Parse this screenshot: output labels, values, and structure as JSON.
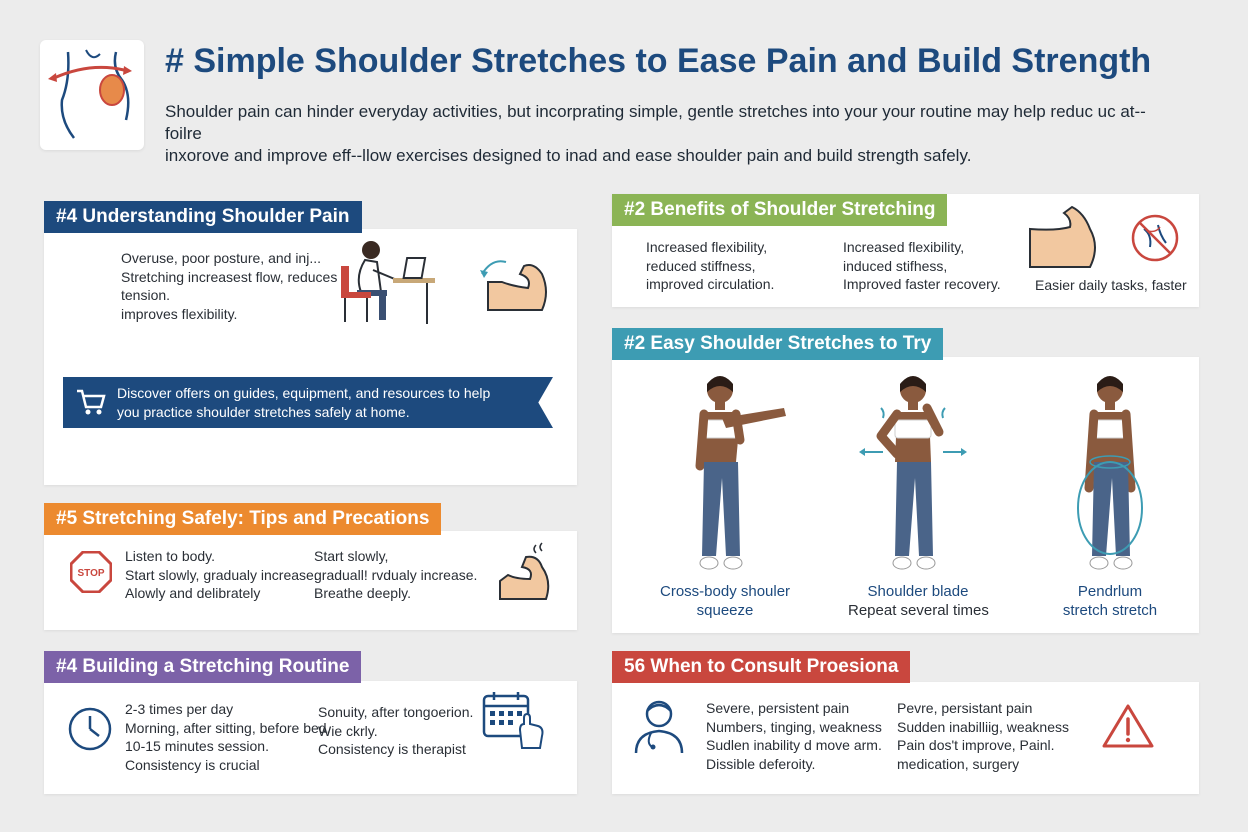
{
  "header": {
    "title": "# Simple Shoulder Stretches to Ease Pain and Build Strength",
    "intro_line1": "Shoulder pain can hinder everyday activities, but incorprating simple, gentle stretches into your your routine may help reduc uc at--foilre",
    "intro_line2": "inxorove and improve eff--llow exercises designed to inad and ease shoulder pain and build strength safely."
  },
  "sections": {
    "understanding": {
      "heading": "#4  Understanding Shoulder Pain",
      "lines": [
        "Overuse, poor posture, and inj...",
        "Stretching increasest flow, reduces",
        "tension.",
        "improves flexibility."
      ]
    },
    "banner": {
      "line1": "Discover offers on guides, equipment, and resources to help",
      "line2": "you practice shoulder stretches safely at home."
    },
    "safety": {
      "heading": "#5  Stretching Safely: Tips and Precations",
      "stop_label": "STOP",
      "col1": [
        "Listen to body.",
        "Start slowly, gradualy increase.",
        "Alowly and delibrately"
      ],
      "col2": [
        "Start slowly,",
        "graduall! rvdualy increase.",
        "Breathe deeply."
      ]
    },
    "routine": {
      "heading": "#4  Building a Stretching Routine",
      "col1": [
        "2-3 times per day",
        "Morning, after sitting, before bed.",
        "10-15 minutes session.",
        "Consistency is crucial"
      ],
      "col2": [
        "Sonuity, after tongoerion.",
        "Wie ckrly.",
        "Consistency is therapist"
      ]
    },
    "benefits": {
      "heading": "#2  Benefits of Shoulder Stretching",
      "col1": [
        "Increased flexibility,",
        "reduced stiffness,",
        "improved circulation."
      ],
      "col2": [
        "Increased flexibility,",
        "induced stifhess,",
        "Improved faster recovery."
      ],
      "col3": [
        "Easier daily tasks, faster"
      ]
    },
    "easy": {
      "heading": "#2  Easy Shoulder Stretches to Try",
      "figures": [
        {
          "caption1": "Cross-body shouler",
          "caption2": "squeeze"
        },
        {
          "caption1": "Shoulder blade",
          "caption2": "Repeat several times"
        },
        {
          "caption1": "Pendrlum",
          "caption2": "stretch stretch"
        }
      ]
    },
    "consult": {
      "heading": "56  When to Consult Proesiona",
      "col1": [
        "Severe, persistent pain",
        "Numbers, tinging, weakness",
        "Sudlen inability d move arm.",
        "Dissible deferoity."
      ],
      "col2": [
        "Pevre, persistant pain",
        "Sudden inabilliig, weakness",
        "Pain dos't improve, Painl.",
        "medication, surgery"
      ]
    }
  },
  "colors": {
    "navy": "#1d4a7e",
    "green": "#8bb455",
    "orange": "#ec8a2f",
    "purple": "#7c62a8",
    "teal": "#3d9cb3",
    "red": "#c9473e"
  }
}
